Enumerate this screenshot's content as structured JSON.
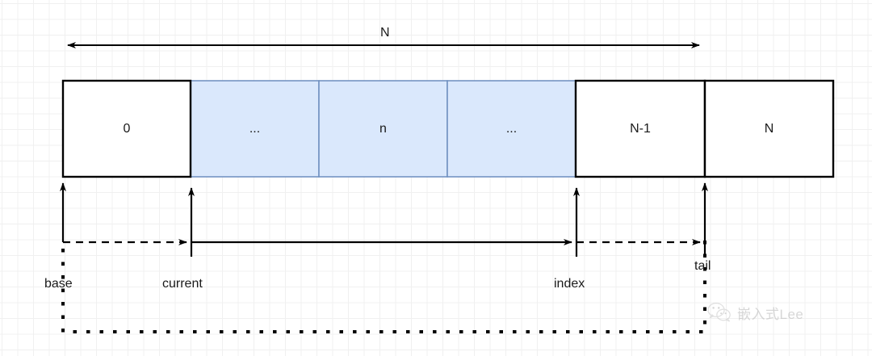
{
  "diagram": {
    "title_dimension": "N",
    "cells": [
      {
        "label": "0",
        "fill": "#ffffff",
        "stroke": "#000000"
      },
      {
        "label": "...",
        "fill": "#dae8fc",
        "stroke": "#6c8ebf"
      },
      {
        "label": "n",
        "fill": "#dae8fc",
        "stroke": "#6c8ebf"
      },
      {
        "label": "...",
        "fill": "#dae8fc",
        "stroke": "#6c8ebf"
      },
      {
        "label": "N-1",
        "fill": "#ffffff",
        "stroke": "#000000"
      },
      {
        "label": "N",
        "fill": "#ffffff",
        "stroke": "#000000"
      }
    ],
    "pointers": [
      {
        "name": "base",
        "label": "base"
      },
      {
        "name": "current",
        "label": "current"
      },
      {
        "name": "index",
        "label": "index"
      },
      {
        "name": "tail",
        "label": "tail"
      }
    ],
    "colors": {
      "highlight_fill": "#dae8fc",
      "highlight_stroke": "#6c8ebf",
      "line": "#000000",
      "grid_minor": "#f0f0f0",
      "grid_major": "#e4e4e4",
      "watermark": "#b8b8b8"
    }
  },
  "watermark": {
    "text": "嵌入式Lee",
    "icon": "wechat-icon"
  }
}
